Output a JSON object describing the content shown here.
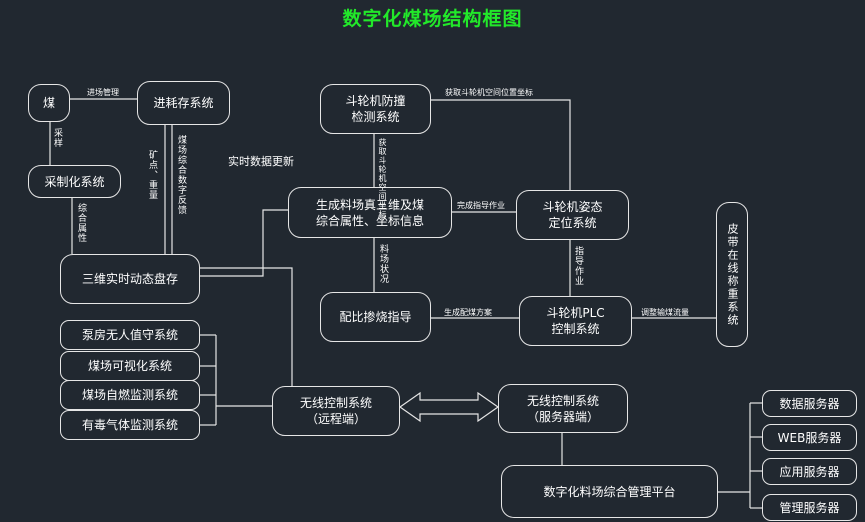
{
  "title": "数字化煤场结构框图",
  "nodes": {
    "coal": "煤",
    "inventory": "进耗存系统",
    "sampling": "采制化系统",
    "inv3d": "三维实时动态盘存",
    "anticollision": [
      "斗轮机防撞",
      "检测系统"
    ],
    "sim3d": [
      "生成料场真三维及煤",
      "综合属性、坐标信息"
    ],
    "positioning": [
      "斗轮机姿态",
      "定位系统"
    ],
    "blending": "配比掺烧指导",
    "plc": [
      "斗轮机PLC",
      "控制系统"
    ],
    "belt_room": "皮带在线称重系统",
    "pump_room": "泵房无人值守系统",
    "visual": "煤场可视化系统",
    "combustion": "煤场自燃监测系统",
    "toxic_gas": "有毒气体监测系统",
    "wireless_remote": [
      "无线控制系统",
      "（远程端）"
    ],
    "wireless_server": [
      "无线控制系统",
      "（服务器端）"
    ],
    "platform": "数字化料场综合管理平台",
    "data_server": "数据服务器",
    "web_server": "WEB服务器",
    "app_server": "应用服务器",
    "mgmt_server": "管理服务器"
  },
  "edge_labels": {
    "coal_to_inventory": "进场管理",
    "sampling_up": "采样",
    "sampling_down": "综合属性",
    "inventory_down": "矿点、重量",
    "inventory_data": "煤场综合数字反馈",
    "realtime": "实时数据更新",
    "anticollision_top": "获取斗轮机空间位置坐标",
    "anticollision_down": "获取斗轮机空间坐标",
    "sim_to_pos": "完成指导作业",
    "sim_to_blend": "料场状况",
    "pos_to_plc": "指导作业",
    "blend_to_plc": "生成配煤方案",
    "plc_to_belt": "调整输煤流量"
  }
}
